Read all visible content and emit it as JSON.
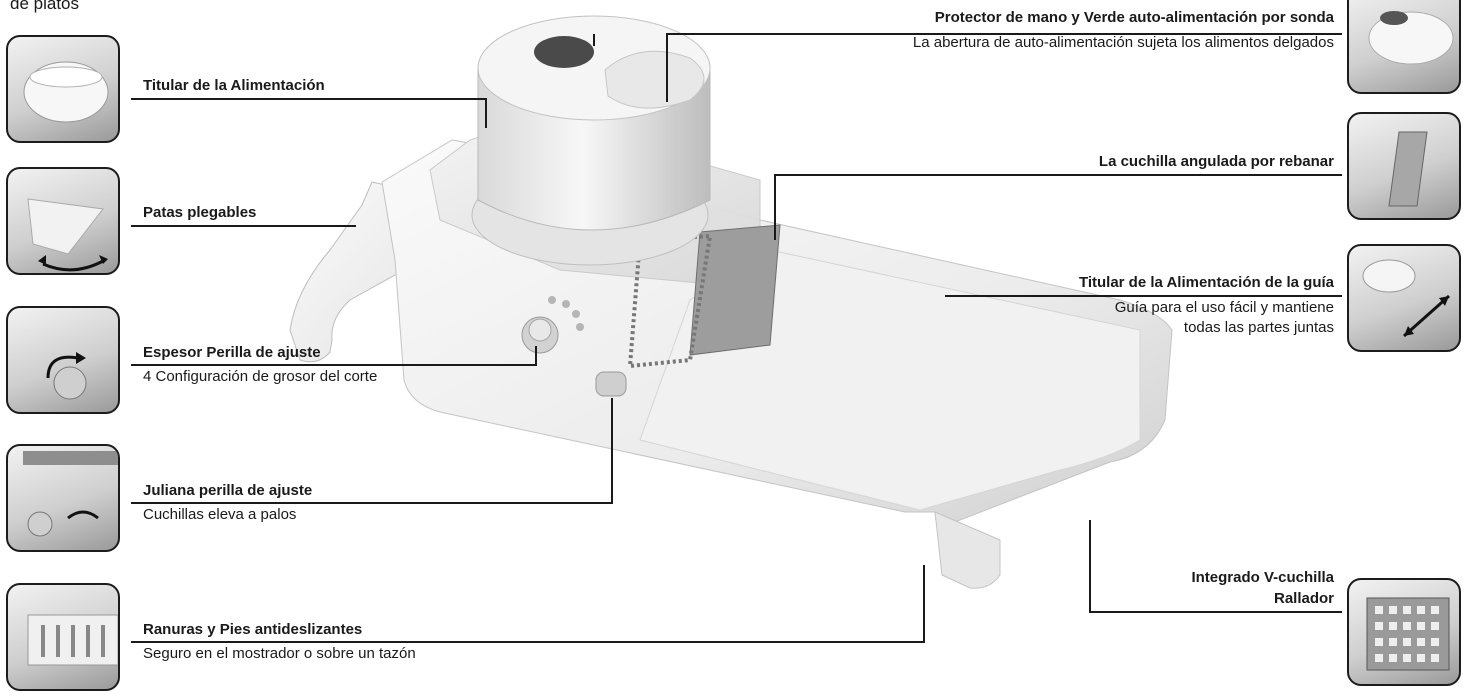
{
  "caption": "de platos",
  "callouts": {
    "feed_holder": {
      "title": "Titular de la Alimentación"
    },
    "legs": {
      "title": "Patas plegables"
    },
    "thickness": {
      "title": "Espesor Perilla de ajuste",
      "desc": "4 Configuración de grosor del corte"
    },
    "julienne": {
      "title": "Juliana perilla de ajuste",
      "desc": "Cuchillas eleva a palos"
    },
    "grooves": {
      "title": "Ranuras y Pies antideslizantes",
      "desc": "Seguro en el mostrador o sobre un tazón"
    },
    "hand_guard": {
      "title": "Protector de mano y Verde auto-alimentación por sonda",
      "desc": "La abertura de auto-alimentación sujeta los alimentos delgados"
    },
    "blade": {
      "title": "La cuchilla angulada por rebanar"
    },
    "guide": {
      "title": "Titular de la Alimentación de la guía",
      "desc_line1": "Guía para el uso fácil y mantiene",
      "desc_line2": "todas las partes juntas"
    },
    "grater": {
      "title_line1": "Integrado V-cuchilla",
      "title_line2": "Rallador"
    }
  }
}
